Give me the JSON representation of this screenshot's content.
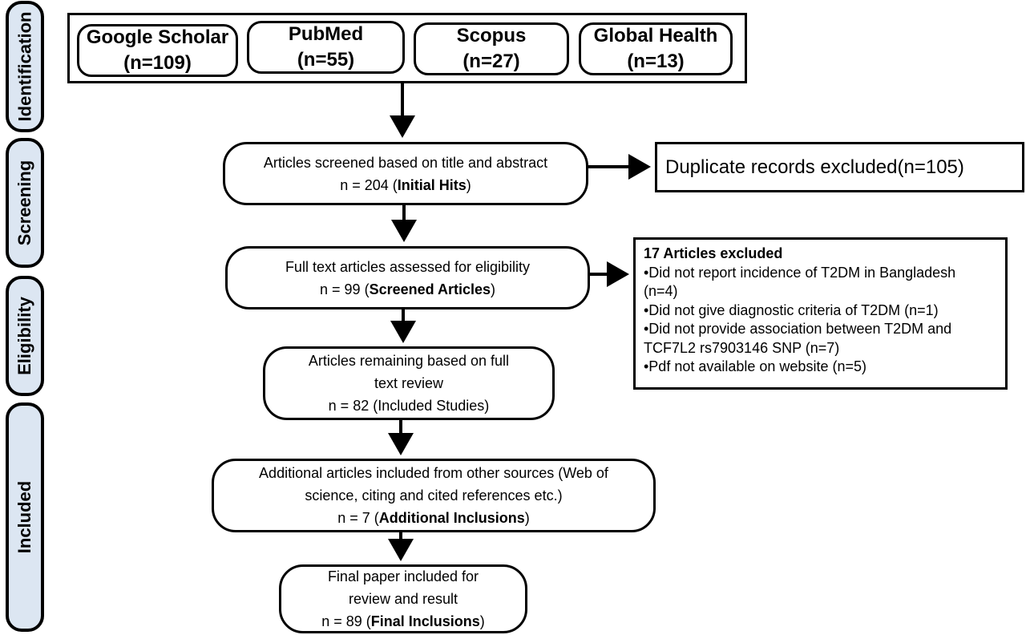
{
  "stages": {
    "identification": "Identification",
    "screening": "Screening",
    "eligibility": "Eligibility",
    "included": "Included"
  },
  "sources": [
    {
      "name": "Google Scholar",
      "count": "(n=109)"
    },
    {
      "name": "PubMed",
      "count": "(n=55)"
    },
    {
      "name": "Scopus",
      "count": "(n=27)"
    },
    {
      "name": "Global Health",
      "count": "(n=13)"
    }
  ],
  "screened": {
    "line1": "Articles screened based on title and abstract",
    "prefix": "n = 204 (",
    "bold": "Initial Hits",
    "suffix": ")"
  },
  "duplicates": "Duplicate records excluded(n=105)",
  "eligibility_box": {
    "line1": "Full text articles assessed for eligibility",
    "prefix": "n = 99 (",
    "bold": "Screened Articles",
    "suffix": ")"
  },
  "excluded": {
    "title": "17 Articles excluded",
    "items": [
      "•Did not report incidence of T2DM in Bangladesh",
      "(n=4)",
      "•Did not give diagnostic criteria of T2DM (n=1)",
      "•Did not provide association between T2DM and",
      "TCF7L2 rs7903146 SNP (n=7)",
      "•Pdf not available on website (n=5)"
    ]
  },
  "remaining": {
    "line1": "Articles remaining based on full",
    "line2": "text review",
    "line3": "n = 82 (Included Studies)"
  },
  "additional": {
    "line1": "Additional articles included from other sources (Web of",
    "line2": "science, citing and cited references etc.)",
    "prefix": "n = 7 (",
    "bold": "Additional Inclusions",
    "suffix": ")"
  },
  "final": {
    "line1": "Final paper included for",
    "line2": "review and result",
    "prefix": "n = 89 (",
    "bold": "Final Inclusions",
    "suffix": ")"
  }
}
